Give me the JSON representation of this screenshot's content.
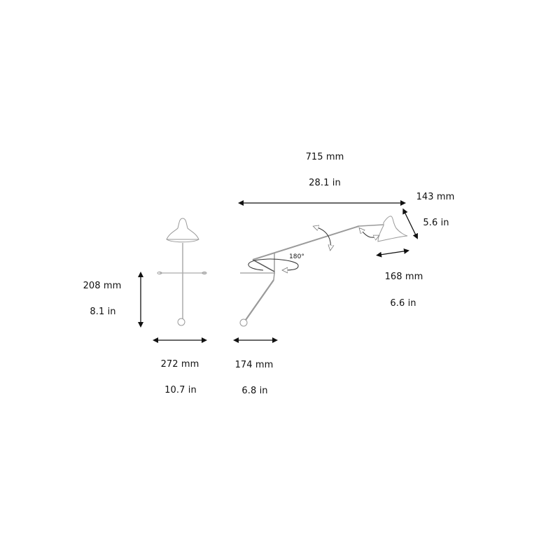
{
  "diagram": {
    "subject": "wall-lamp-dimension-drawing",
    "dimensions": {
      "total_length": {
        "mm": "715 mm",
        "in": "28.1 in"
      },
      "shade_height": {
        "mm": "143 mm",
        "in": "5.6 in"
      },
      "shade_width": {
        "mm": "168 mm",
        "in": "6.6 in"
      },
      "base_height": {
        "mm": "208 mm",
        "in": "8.1 in"
      },
      "front_width": {
        "mm": "272 mm",
        "in": "10.7 in"
      },
      "side_depth": {
        "mm": "174 mm",
        "in": "6.8 in"
      }
    },
    "rotation_label": "180°",
    "colors": {
      "line": "#9a9a9a",
      "arrow": "#111111",
      "text": "#111111",
      "background": "#ffffff"
    }
  }
}
